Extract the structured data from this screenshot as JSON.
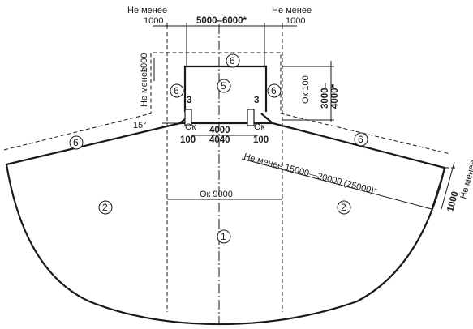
{
  "dims": {
    "top_left_min": "Не менее",
    "top_left_min_val": "1000",
    "top_width": "5000–6000*",
    "top_right_min": "Не менее",
    "top_right_min_val": "1000",
    "left_min": "Не менее",
    "left_min_val": "1000",
    "right_ok": "Ок 100",
    "right_height": "3000–",
    "right_height2": "4000*",
    "angle": "15°",
    "gap_left_ok": "Ок",
    "gap_left_val": "100",
    "gap_right_ok": "Ок",
    "gap_right_val": "100",
    "center_4000": "4000",
    "center_4040": "4040",
    "radius": "Не менее 15000—20000 (25000)*",
    "right_side_val": "1000",
    "right_side_min": "Не менее",
    "center_width": "Ок 9000"
  },
  "zones": {
    "z1": "1",
    "z2_left": "2",
    "z2_right": "2",
    "z3_left": "3",
    "z3_right": "3",
    "z5": "5",
    "z6_top": "6",
    "z6_left_small": "6",
    "z6_right_small": "6",
    "z6_left": "6",
    "z6_right": "6"
  }
}
